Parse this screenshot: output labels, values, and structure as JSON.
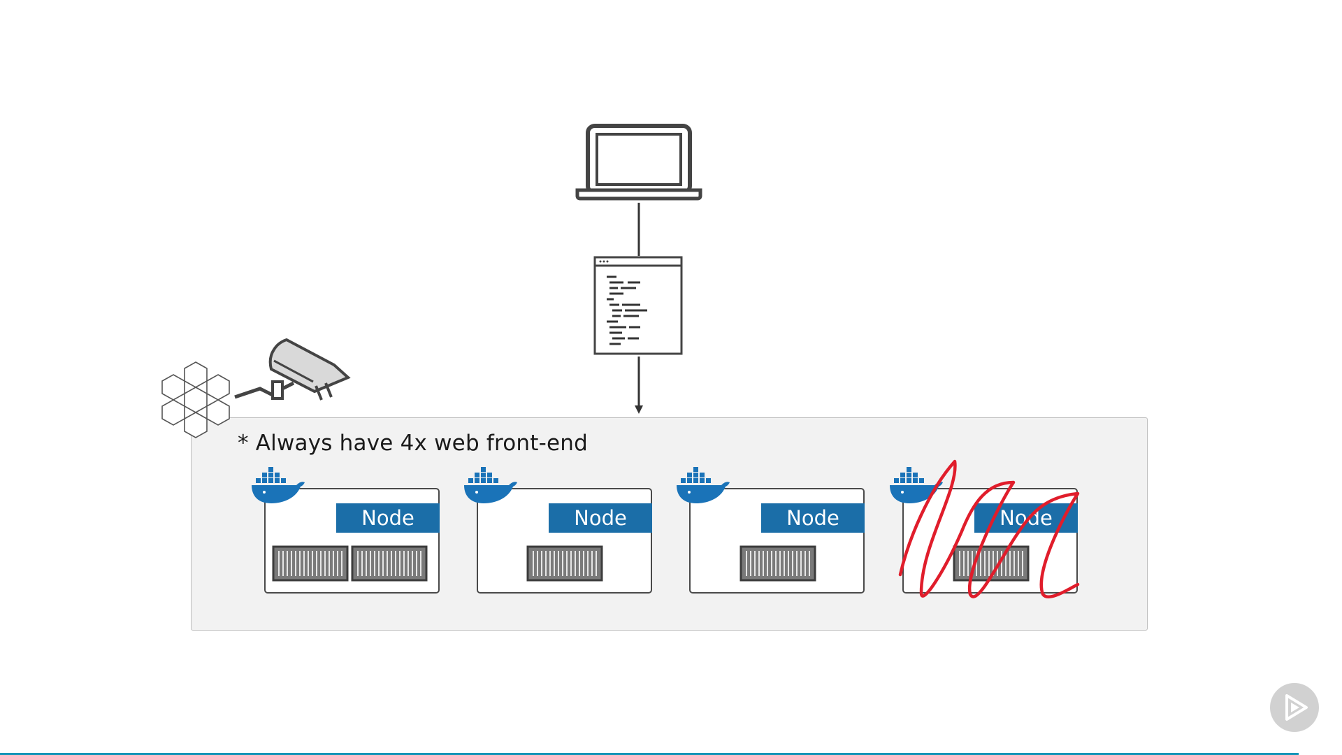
{
  "note": "* Always have 4x web front-end",
  "nodes": [
    {
      "label": "Node",
      "containers": 2,
      "crossed_out": false
    },
    {
      "label": "Node",
      "containers": 1,
      "crossed_out": false
    },
    {
      "label": "Node",
      "containers": 1,
      "crossed_out": false
    },
    {
      "label": "Node",
      "containers": 1,
      "crossed_out": true
    }
  ],
  "icons": {
    "client": "laptop-icon",
    "config": "config-file-icon",
    "monitor": "security-camera-icon",
    "swarm": "hexagon-cluster-icon",
    "engine": "docker-whale-icon",
    "player": "play-icon"
  },
  "colors": {
    "node_label": "#1b6ea8",
    "docker_blue": "#1a73b8",
    "scribble": "#e01d2b",
    "accent_bar": "#1595b8"
  }
}
